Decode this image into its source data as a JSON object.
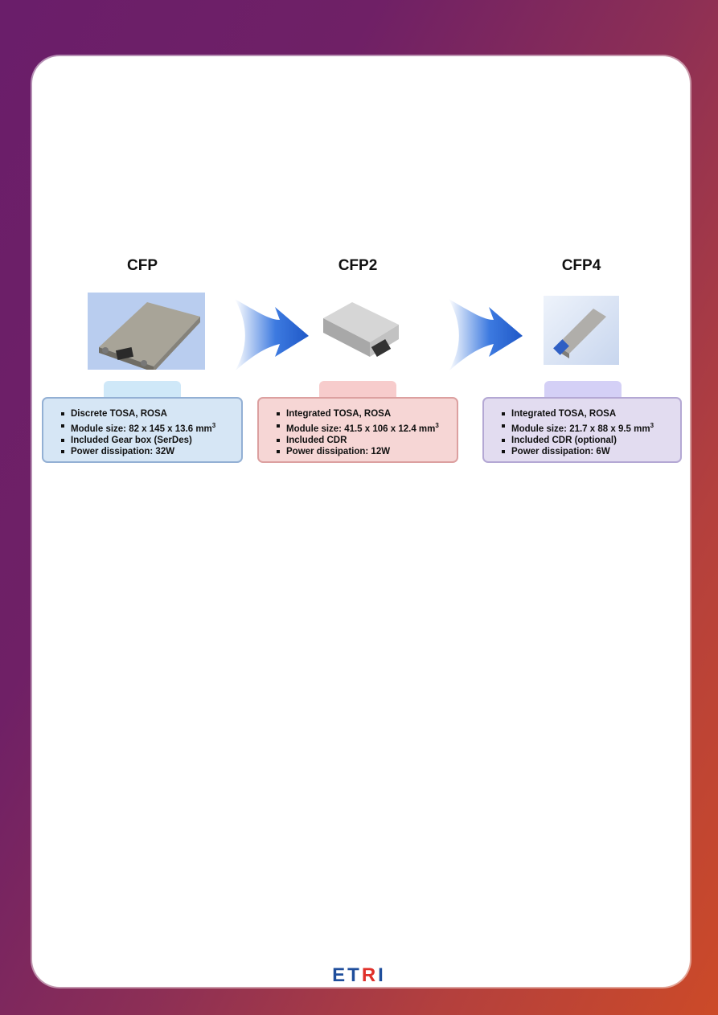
{
  "modules": [
    {
      "title": "CFP",
      "specs": [
        "Discrete TOSA, ROSA",
        "Module size: 82 x 145 x 13.6 mm",
        "Included Gear box (SerDes)",
        "Power dissipation: 32W"
      ],
      "colors": {
        "tab": "#cfe8f8",
        "box": "#d6e6f5",
        "border": "#93b0d4"
      }
    },
    {
      "title": "CFP2",
      "specs": [
        "Integrated  TOSA, ROSA",
        "Module size: 41.5 x 106 x 12.4 mm",
        "Included CDR",
        "Power dissipation: 12W"
      ],
      "colors": {
        "tab": "#f7cccc",
        "box": "#f6d6d5",
        "border": "#dca0a0"
      }
    },
    {
      "title": "CFP4",
      "specs": [
        "Integrated  TOSA, ROSA",
        "Module size: 21.7 x 88 x 9.5 mm",
        "Included CDR (optional)",
        "Power dissipation: 6W"
      ],
      "colors": {
        "tab": "#d4d0f6",
        "box": "#e2dcf0",
        "border": "#b4a8d4"
      }
    }
  ],
  "superscript": "3",
  "logo": {
    "part1": "ET",
    "part2": "R",
    "part3": "I"
  },
  "arrow_color": "#1f58c7"
}
